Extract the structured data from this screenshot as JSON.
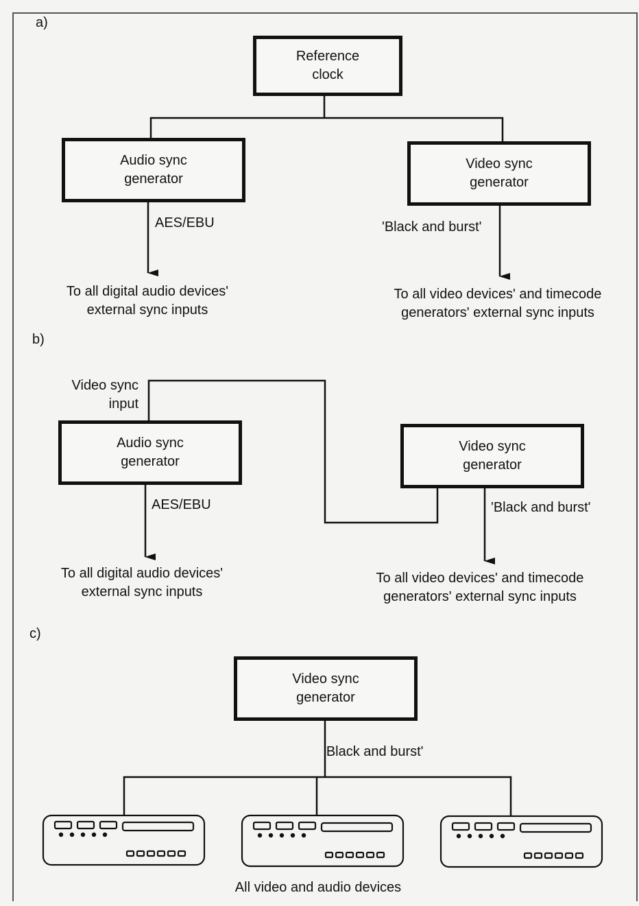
{
  "part_a": {
    "label": "a)",
    "reference_clock": "Reference\nclock",
    "audio_sync": "Audio sync\ngenerator",
    "video_sync": "Video sync\ngenerator",
    "aes_label": "AES/EBU",
    "bb_label": "'Black and burst'",
    "audio_dest": "To all digital audio devices'\nexternal sync inputs",
    "video_dest": "To all video devices' and timecode\ngenerators' external sync inputs"
  },
  "part_b": {
    "label": "b)",
    "video_sync_input": "Video sync\ninput",
    "audio_sync": "Audio sync\ngenerator",
    "video_sync": "Video sync\ngenerator",
    "aes_label": "AES/EBU",
    "bb_label": "'Black and burst'",
    "audio_dest": "To all digital audio devices'\nexternal sync inputs",
    "video_dest": "To all video devices' and timecode\ngenerators' external sync inputs"
  },
  "part_c": {
    "label": "c)",
    "video_sync": "Video sync\ngenerator",
    "bb_label": "'Black and burst'",
    "devices_caption": "All video and audio devices"
  }
}
